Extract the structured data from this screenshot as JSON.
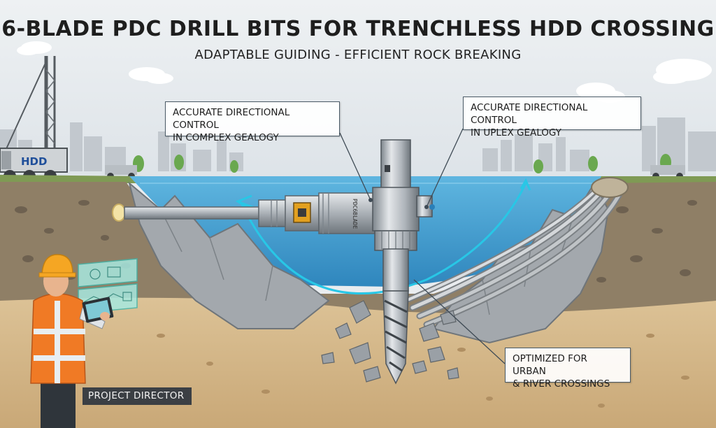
{
  "diagram": {
    "title": "6-BLADE PDC DRILL BITS FOR TRENCHLESS HDD CROSSING",
    "subtitle": "ADAPTABLE GUIDING - EFFICIENT ROCK BREAKING",
    "callouts": [
      {
        "line1": "ACCURATE DIRECTIONAL CONTROL",
        "line2": "IN COMPLEX GEALOGY"
      },
      {
        "line1": "ACCURATE DIRECTIONAL CONTROL",
        "line2": "IN UPLEX GEALOGY"
      },
      {
        "line1": "OPTIMIZED FOR URBAN",
        "line2": "& RIVER CROSSINGS"
      }
    ],
    "person_label": "PROJECT DIRECTOR",
    "rig_logo": "HDD",
    "tool_marking": "PDC6BLADE"
  },
  "colors": {
    "sky": "#e6eaee",
    "water": "#4aa6d6",
    "soil": "#8f7f66",
    "sand": "#d7b98a",
    "rock": "#9aa0a6",
    "steel": "#b7bcc1",
    "cyan_path": "#28c7e6",
    "vest": "#f07a25",
    "helmet": "#f5a623"
  },
  "icons": [
    "cloud-icon",
    "tree-icon",
    "gear-icon"
  ]
}
